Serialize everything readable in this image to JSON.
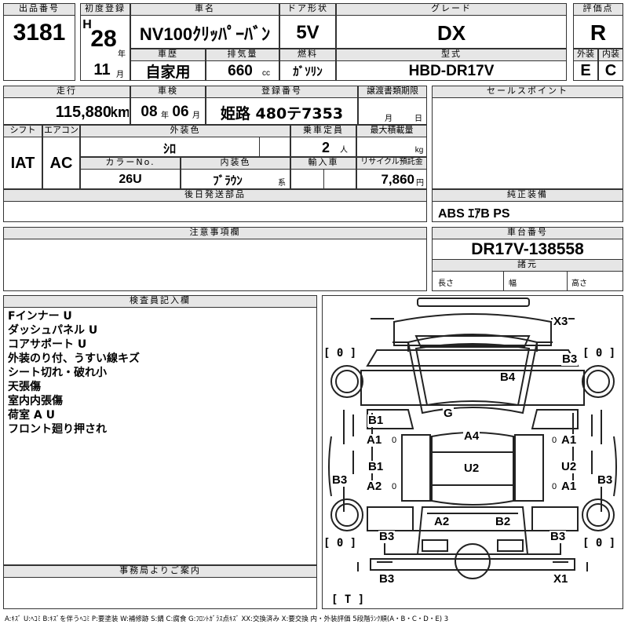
{
  "header": {
    "lot_label": "出品番号",
    "lot": "3181",
    "first_reg_label": "初度登録",
    "era": "H",
    "year": "28",
    "year_unit": "年",
    "month": "11",
    "month_unit": "月",
    "model_label": "車名",
    "model": "NV100ｸﾘｯﾊﾟｰﾊﾞﾝ",
    "door_label": "ドア形状",
    "door": "5V",
    "grade_label": "グレード",
    "grade": "DX",
    "rating_label": "評価点",
    "rating": "R",
    "history_label": "車歴",
    "history": "自家用",
    "displacement_label": "排気量",
    "displacement": "660",
    "displacement_unit": "cc",
    "fuel_label": "燃料",
    "fuel": "ｶﾞｿﾘﾝ",
    "type_label": "型式",
    "type": "HBD-DR17V",
    "ext_label": "外装",
    "ext": "E",
    "int_label": "内装",
    "int": "C"
  },
  "row2": {
    "mileage_label": "走行",
    "mileage": "115,880",
    "mileage_unit": "km",
    "inspection_label": "車検",
    "insp_year": "08",
    "insp_year_unit": "年",
    "insp_month": "06",
    "insp_month_unit": "月",
    "reg_no_label": "登録番号",
    "reg_no": "姫路 480テ7353",
    "transfer_label": "譲渡書類期限",
    "transfer_month_unit": "月",
    "transfer_day_unit": "日",
    "sales_points_label": "セールスポイント"
  },
  "row3": {
    "shift_label": "シフト",
    "shift": "IAT",
    "ac_label": "エアコン",
    "ac": "AC",
    "color_label": "外装色",
    "color": "ｼﾛ",
    "capacity_label": "乗車定員",
    "capacity": "2",
    "capacity_unit": "人",
    "max_load_label": "最大積載量",
    "max_load_unit": "kg",
    "color_no_label": "カラーNo.",
    "color_no": "26U",
    "int_color_label": "内装色",
    "int_color": "ﾌﾞﾗｳﾝ",
    "int_color_unit": "系",
    "import_label": "輸入車",
    "recycle_label": "リサイクル預託金",
    "recycle": "7,860",
    "recycle_unit": "円"
  },
  "later_parts_label": "後日発送部品",
  "genuine_label": "純正装備",
  "genuine": "ABS ｴｱB PS",
  "caution_label": "注意事項欄",
  "chassis_label": "車台番号",
  "chassis": "DR17V-138558",
  "specs_label": "諸元",
  "length_label": "長さ",
  "width_label": "幅",
  "height_label": "高さ",
  "inspector_label": "検査員記入欄",
  "inspector_notes": [
    "Fインナー U",
    "ダッシュパネル U",
    "コアサポート U",
    "外装のり付、うすい線キズ",
    "シート切れ・破れ小",
    "天張傷",
    "室内内張傷",
    "荷室 A U",
    "フロント廻り押され"
  ],
  "office_label": "事務局よりご案内",
  "diagram_marks": {
    "x3": "X3",
    "b3_ul": "B3",
    "b4": "B4",
    "b1_l1": "B1",
    "a1_l1": "A1",
    "zero_l1": "0",
    "g": "G",
    "a4": "A4",
    "zero_r1": "0",
    "a1_r1": "A1",
    "b1_l2": "B1",
    "a2_l2": "A2",
    "zero_l2": "0",
    "u2_c": "U2",
    "u2_r": "U2",
    "a1_r2": "A1",
    "zero_r2": "0",
    "b3_l": "B3",
    "b3_r": "B3",
    "a2_bot": "A2",
    "b2_bot": "B2",
    "b3_bl": "B3",
    "b3_br": "B3",
    "b3_rear": "B3",
    "x1": "X1"
  },
  "tire_brackets": {
    "fl": "[ 0 ]",
    "fr": "[ 0 ]",
    "rl": "[ 0 ]",
    "rr": "[ 0 ]",
    "spare": "[ T ]"
  },
  "legend": "A:ｷｽﾞ U:ﾍｺﾐ B:ｷｽﾞを伴うﾍｺﾐ P:要塗装 W:補修跡 S:錆 C:腐食 G:ﾌﾛﾝﾄｶﾞﾗｽ点ｷｽﾞ XX:交換済み X:要交換 内・外装評価 5段階ﾗﾝｸ順(A・B・C・D・E) 3"
}
